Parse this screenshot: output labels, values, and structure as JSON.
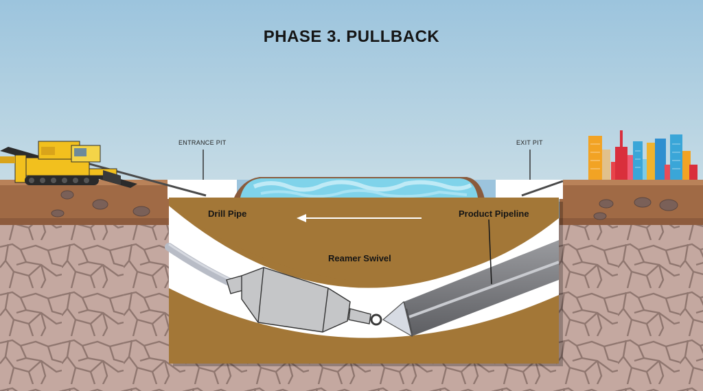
{
  "title": "PHASE 3. PULLBACK",
  "labels": {
    "entrance_pit": "ENTRANCE PIT",
    "exit_pit": "EXIT PIT",
    "drill_pipe": "Drill Pipe",
    "product_pipeline": "Product Pipeline",
    "reamer_swivel": "Reamer Swivel"
  },
  "colors": {
    "sky": "#9cc4dd",
    "soil": "#a06a45",
    "bedrock": "#c4a8a0",
    "cross_section": "#a37737",
    "borehole": "#ffffff",
    "drill_rig": "#f2c01e",
    "water": "#7fd3ea",
    "pipeline": "#75767a"
  },
  "icons": [
    "drill-rig-icon",
    "city-skyline-icon",
    "reamer-icon",
    "swivel-icon",
    "pull-direction-arrow"
  ]
}
